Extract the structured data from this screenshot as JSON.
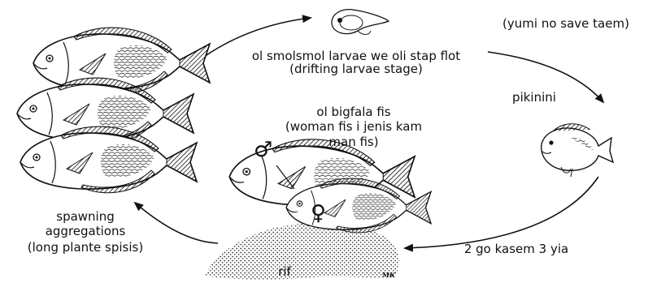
{
  "labels": {
    "larvae_line1": "ol smolsmol larvae we oli stap flot",
    "larvae_line2": "(drifting larvae stage)",
    "unknown_period": "(yumi no save taem)",
    "juvenile": "pikinini",
    "adult_line1": "ol bigfala fis",
    "adult_line2": "(woman fis i jenis kam",
    "adult_line3": "man fis)",
    "spawning_line1": "spawning",
    "spawning_line2": "aggregations",
    "spawning_line3": "(long plante spisis)",
    "duration": "2 go kasem 3 yia",
    "reef": "rif"
  },
  "symbols": {
    "male": "♂",
    "female": "♀"
  },
  "signature": "MK",
  "colors": {
    "ink": "#111111",
    "background": "#ffffff"
  }
}
